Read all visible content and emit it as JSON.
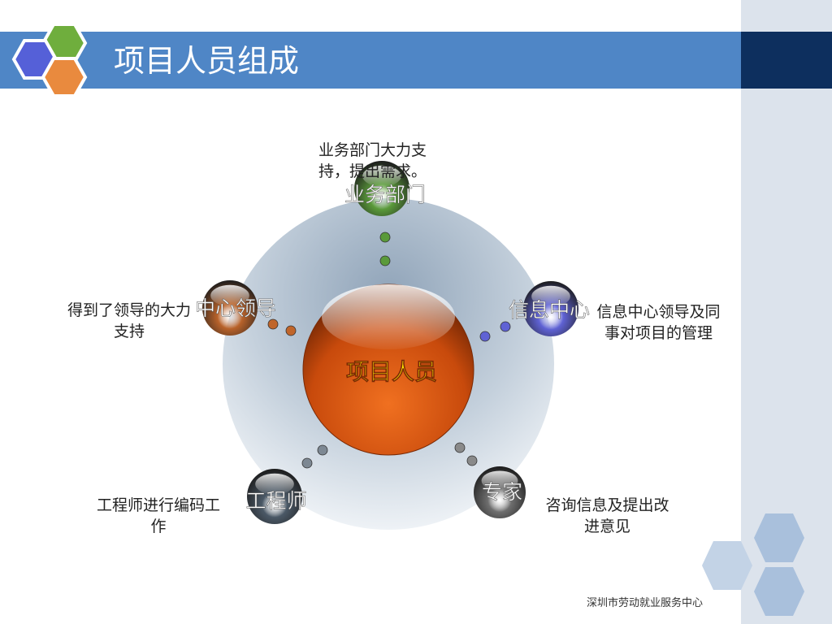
{
  "slide": {
    "title": "项目人员组成",
    "footer": "深圳市劳动就业服务中心"
  },
  "diagram": {
    "center": {
      "label": "项目人员"
    },
    "nodes": [
      {
        "id": "business",
        "label": "业务部门",
        "description": "业务部门大力支持，提出需求。",
        "color": "#5a9a3a"
      },
      {
        "id": "leader",
        "label": "中心领导",
        "description": "得到了领导的大力支持",
        "color": "#b8622a"
      },
      {
        "id": "infocenter",
        "label": "信息中心",
        "description": "信息中心领导及同事对项目的管理",
        "color": "#5f62d4"
      },
      {
        "id": "engineer",
        "label": "工程师",
        "description": "工程师进行编码工作",
        "color": "#4a5866"
      },
      {
        "id": "expert",
        "label": "专家",
        "description": "咨询信息及提出改进意见",
        "color": "#6e6e6e"
      }
    ]
  },
  "colors": {
    "title_bar": "#4f86c6",
    "title_bar_dark": "#0d2f5e",
    "center_orange": "#e25a10",
    "hex_blue": "#5560d8",
    "hex_green": "#6fae3d",
    "hex_orange": "#e98a3e"
  }
}
